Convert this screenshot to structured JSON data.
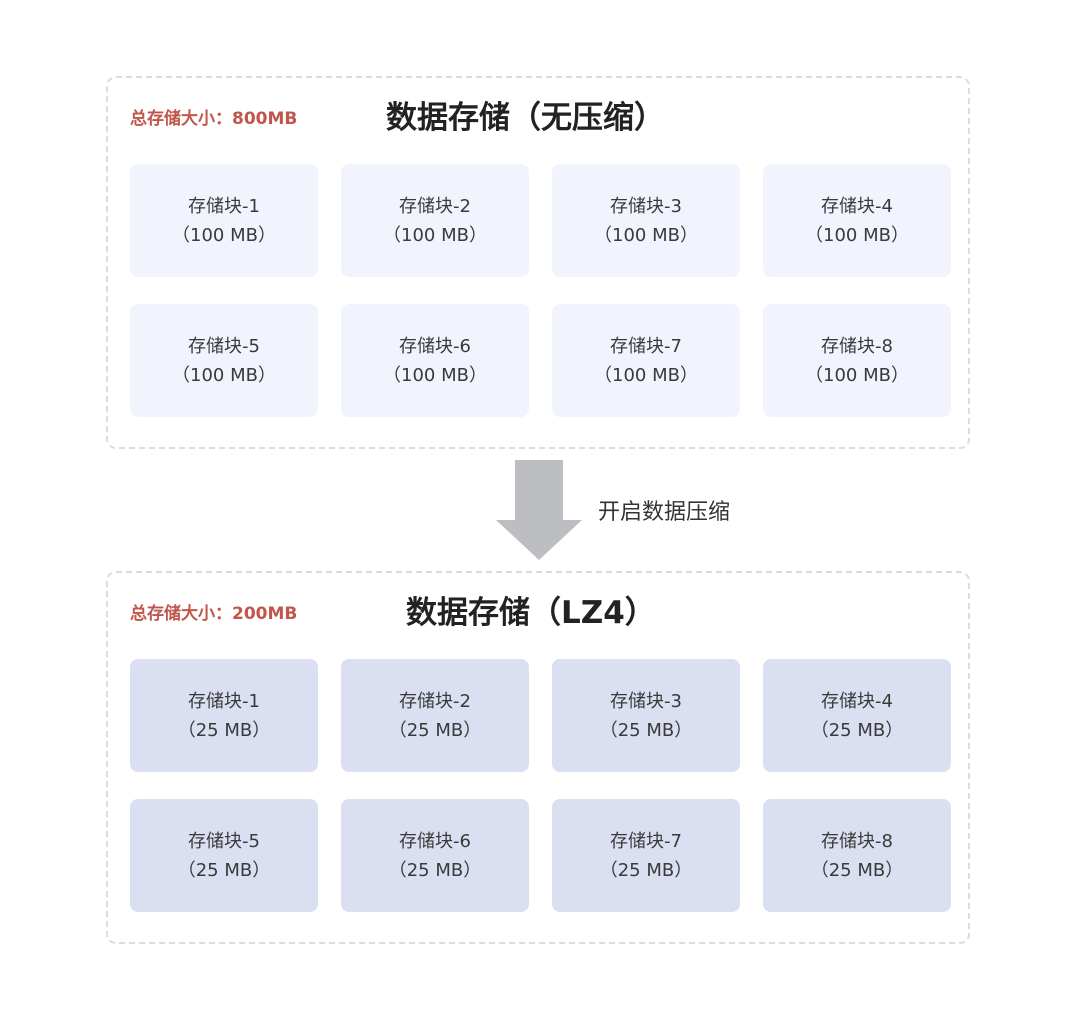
{
  "top_panel": {
    "total_size": "总存储大小：800MB",
    "title": "数据存储（无压缩）",
    "blocks": [
      {
        "name": "存储块-1",
        "size": "（100 MB）"
      },
      {
        "name": "存储块-2",
        "size": "（100 MB）"
      },
      {
        "name": "存储块-3",
        "size": "（100 MB）"
      },
      {
        "name": "存储块-4",
        "size": "（100 MB）"
      },
      {
        "name": "存储块-5",
        "size": "（100 MB）"
      },
      {
        "name": "存储块-6",
        "size": "（100 MB）"
      },
      {
        "name": "存储块-7",
        "size": "（100 MB）"
      },
      {
        "name": "存储块-8",
        "size": "（100 MB）"
      }
    ]
  },
  "arrow": {
    "label": "开启数据压缩",
    "icon": "down-arrow-icon",
    "color": "#bdbec1"
  },
  "bottom_panel": {
    "total_size": "总存储大小：200MB",
    "title": "数据存储（LZ4）",
    "blocks": [
      {
        "name": "存储块-1",
        "size": "（25 MB）"
      },
      {
        "name": "存储块-2",
        "size": "（25 MB）"
      },
      {
        "name": "存储块-3",
        "size": "（25 MB）"
      },
      {
        "name": "存储块-4",
        "size": "（25 MB）"
      },
      {
        "name": "存储块-5",
        "size": "（25 MB）"
      },
      {
        "name": "存储块-6",
        "size": "（25 MB）"
      },
      {
        "name": "存储块-7",
        "size": "（25 MB）"
      },
      {
        "name": "存储块-8",
        "size": "（25 MB）"
      }
    ]
  },
  "colors": {
    "accent_text": "#c0564c",
    "uncompressed_block": "#f1f4fd",
    "compressed_block": "#dadff2",
    "panel_border": "#dcdcdc"
  }
}
